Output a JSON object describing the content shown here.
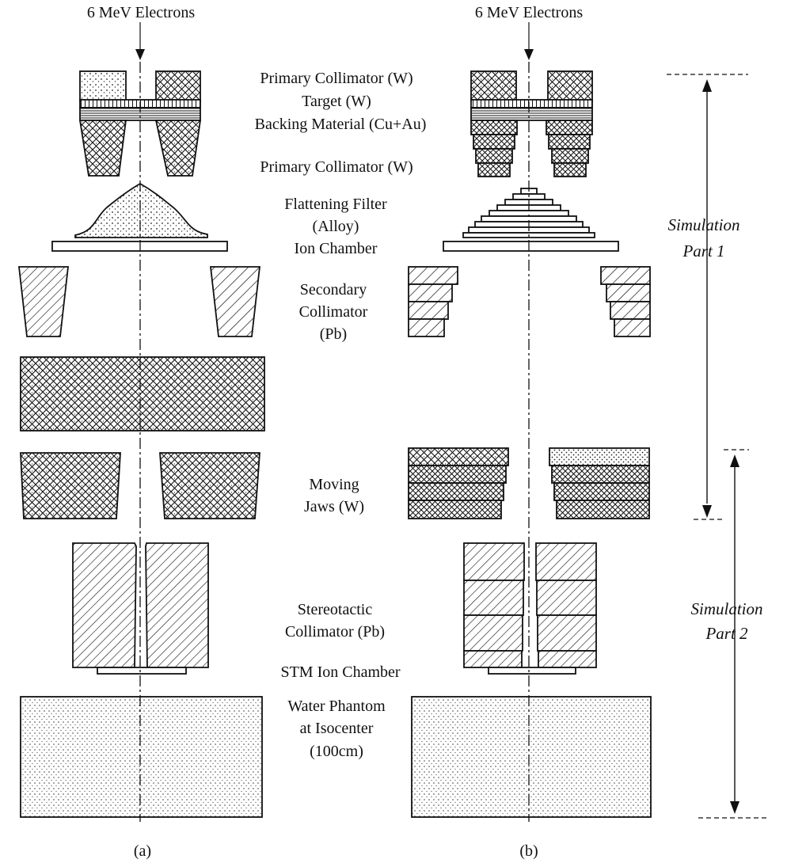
{
  "beam": {
    "label_a": "6 MeV Electrons",
    "label_b": "6 MeV Electrons"
  },
  "components": {
    "primary_collimator_top": "Primary Collimator (W)",
    "target": "Target (W)",
    "backing": "Backing Material  (Cu+Au)",
    "primary_collimator_bottom": "Primary Collimator (W)",
    "flattening_filter_1": "Flattening Filter",
    "flattening_filter_2": "(Alloy)",
    "ion_chamber": "Ion Chamber",
    "secondary_collimator_1": "Secondary",
    "secondary_collimator_2": "Collimator",
    "secondary_collimator_3": "(Pb)",
    "moving_jaws_1": "Moving",
    "moving_jaws_2": "Jaws (W)",
    "stereotactic_1": "Stereotactic",
    "stereotactic_2": "Collimator (Pb)",
    "stm_ion_chamber": "STM Ion Chamber",
    "water_phantom_1": "Water Phantom",
    "water_phantom_2": "at Isocenter",
    "water_phantom_3": "(100cm)"
  },
  "simulation": {
    "part1_line1": "Simulation",
    "part1_line2": "Part 1",
    "part2_line1": "Simulation",
    "part2_line2": "Part 2"
  },
  "panels": {
    "a": "(a)",
    "b": "(b)"
  }
}
